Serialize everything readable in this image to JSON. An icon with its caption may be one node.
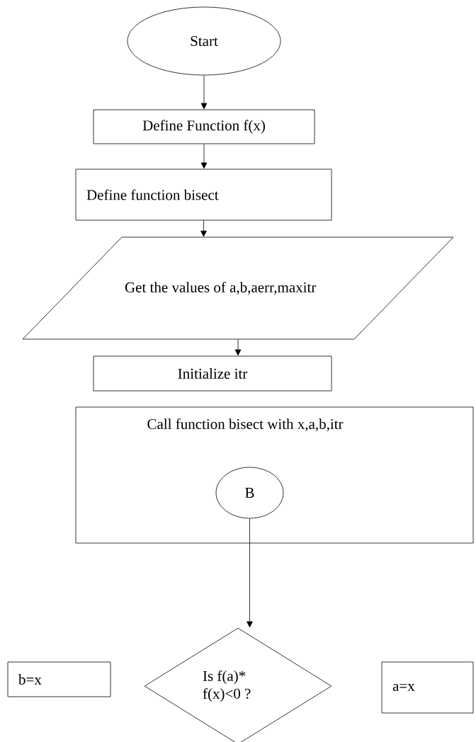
{
  "diagram": {
    "nodes": [
      {
        "text": [
          "Start"
        ]
      },
      {
        "text": [
          "Define Function f(x)"
        ]
      },
      {
        "text": [
          "Define function bisect"
        ]
      },
      {
        "text": [
          "Get the values of a,b,aerr,maxitr"
        ]
      },
      {
        "text": [
          "Initialize itr"
        ]
      },
      {
        "text": [
          "Call function bisect with x,a,b,itr"
        ]
      },
      {
        "text": [
          "B"
        ],
        "in": 5
      },
      {
        "text": [
          "Is f(a)* f(x)<0 ?"
        ]
      },
      {
        "text": [
          "b=x"
        ]
      },
      {
        "text": [
          "a=x"
        ]
      }
    ],
    "edges": [
      {
        "from": 0,
        "to": 1,
        "arrow": "to"
      },
      {
        "from": 1,
        "to": 2,
        "arrow": "to"
      },
      {
        "from": 2,
        "to": 3,
        "arrow": "to"
      },
      {
        "from": 3,
        "to": 4,
        "arrow": "to"
      },
      {
        "from": 6,
        "to": 7,
        "arrow": "to"
      }
    ]
  }
}
